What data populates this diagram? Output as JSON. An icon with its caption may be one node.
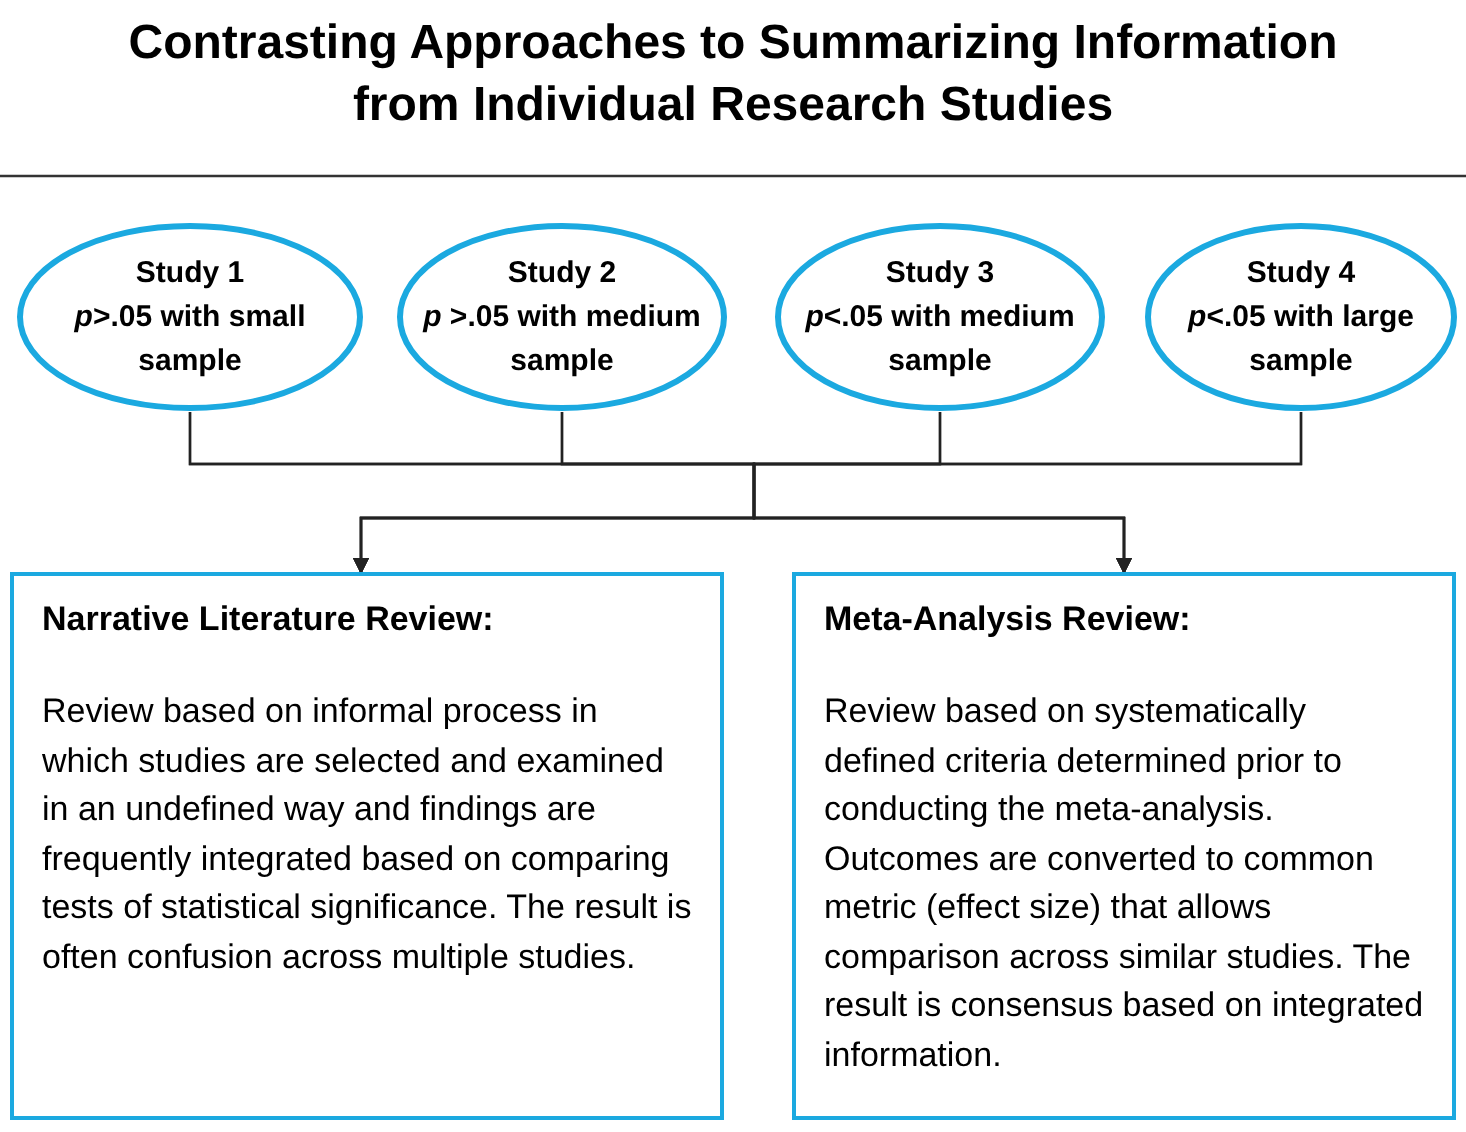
{
  "diagram": {
    "title": "Contrasting Approaches to Summarizing Information from Individual Research Studies",
    "nodes": [
      {
        "text": [
          "Study 1",
          "*p*>.05 with small sample"
        ]
      },
      {
        "text": [
          "Study 2",
          "*p* >.05 with medium sample"
        ]
      },
      {
        "text": [
          "Study 3",
          "*p*<.05 with medium sample"
        ]
      },
      {
        "text": [
          "Study 4",
          "*p*<.05 with large sample"
        ]
      },
      {
        "text": [
          "Narrative Literature Review:",
          "Review based on informal process in which studies are selected and examined in an undefined way and findings are frequently integrated based on comparing tests of statistical significance. The result is often confusion across multiple studies."
        ]
      },
      {
        "text": [
          "Meta-Analysis Review:",
          "Review based on systematically defined criteria determined prior to conducting the meta-analysis. Outcomes are converted to common metric (effect size) that allows comparison across similar studies. The result is consensus based on integrated information."
        ]
      }
    ],
    "edges": [
      {
        "from": 0,
        "to": 4,
        "arrow": "to"
      },
      {
        "from": 0,
        "to": 5,
        "arrow": "to"
      },
      {
        "from": 1,
        "to": 4,
        "arrow": "to"
      },
      {
        "from": 1,
        "to": 5,
        "arrow": "to"
      },
      {
        "from": 2,
        "to": 4,
        "arrow": "to"
      },
      {
        "from": 2,
        "to": 5,
        "arrow": "to"
      },
      {
        "from": 3,
        "to": 4,
        "arrow": "to"
      },
      {
        "from": 3,
        "to": 5,
        "arrow": "to"
      }
    ]
  }
}
